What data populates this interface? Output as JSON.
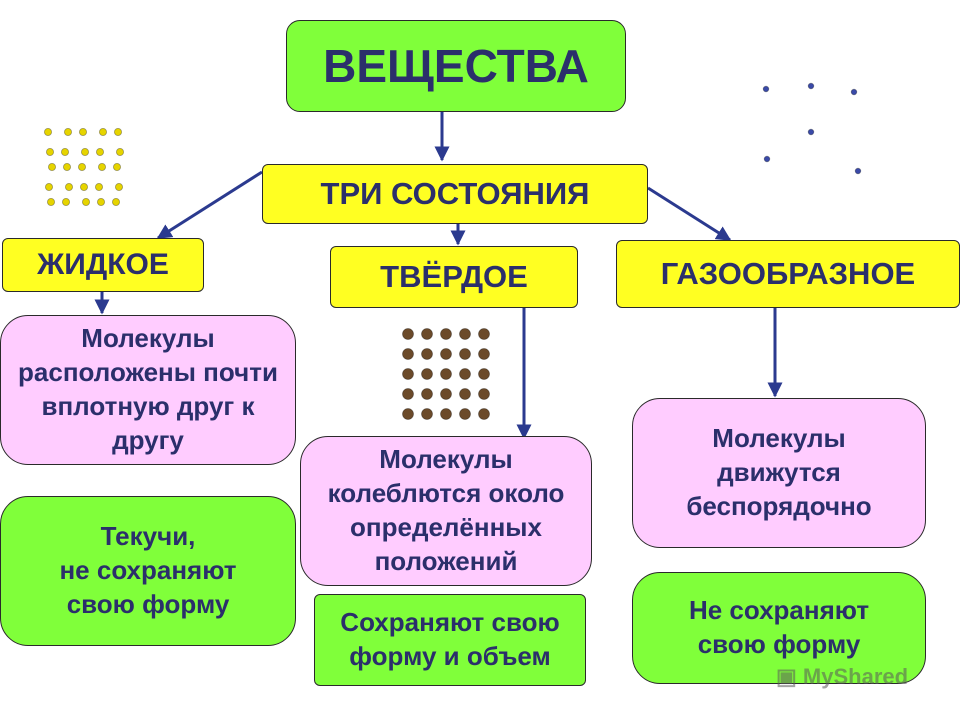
{
  "diagram": {
    "title": "ВЕЩЕСТВА",
    "subtitle": "ТРИ СОСТОЯНИЯ",
    "states": {
      "liquid": {
        "label": "ЖИДКОЕ",
        "molecules": "Молекулы\nрасположены почти\nвплотную друг к\nдругу",
        "property": "Текучи,\nне сохраняют\nсвою форму"
      },
      "solid": {
        "label": "ТВЁРДОЕ",
        "molecules": "Молекулы\nколеблются около\nопределённых\nположений",
        "property": "Сохраняют свою\nформу и объем"
      },
      "gas": {
        "label": "ГАЗООБРАЗНОЕ",
        "molecules": "Молекулы\nдвижутся\nбеспорядочно",
        "property": "Не сохраняют\nсвою форму"
      }
    },
    "watermark": "MyShared"
  },
  "colors": {
    "title_fill": "#80ff3a",
    "header_fill": "#ffff22",
    "molecule_box_fill": "#ffccff",
    "property_box_fill": "#80ff3a",
    "text": "#2b2f6b",
    "arrow": "#2b3a8f",
    "liquid_particles": "#e6d400",
    "solid_particles": "#6b4a2a",
    "gas_particles": "#3a4aa8"
  }
}
